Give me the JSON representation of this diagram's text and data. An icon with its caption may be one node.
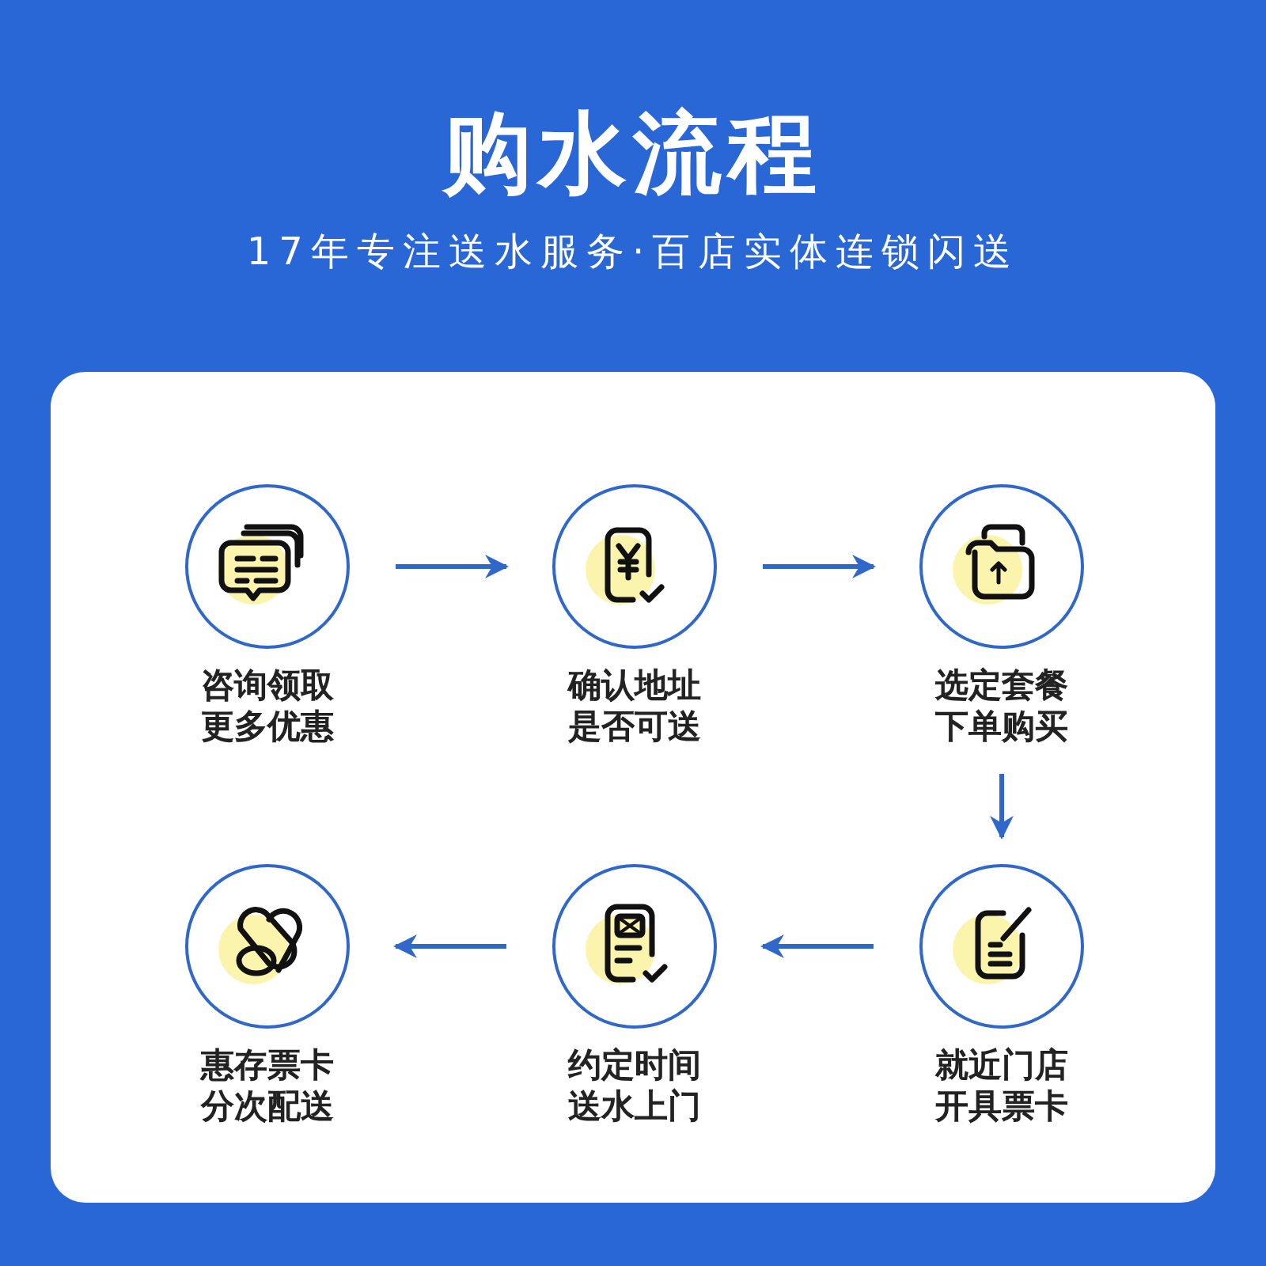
{
  "diagram": {
    "title": "购水流程",
    "caption": "17年专注送水服务·百店实体连锁闪送",
    "nodes": [
      {
        "text": [
          "咨询领取更多优惠"
        ]
      },
      {
        "text": [
          "确认地址是否可送"
        ]
      },
      {
        "text": [
          "选定套餐下单购买"
        ]
      },
      {
        "text": [
          "惠存票卡分次配送"
        ]
      },
      {
        "text": [
          "约定时间送水上门"
        ]
      },
      {
        "text": [
          "就近门店开具票卡"
        ]
      }
    ],
    "edges": [
      {
        "from": 0,
        "to": 1,
        "arrow": "to"
      },
      {
        "from": 1,
        "to": 2,
        "arrow": "to"
      },
      {
        "from": 2,
        "to": 5,
        "arrow": "to"
      },
      {
        "from": 5,
        "to": 4,
        "arrow": "to"
      },
      {
        "from": 4,
        "to": 3,
        "arrow": "to"
      }
    ]
  }
}
